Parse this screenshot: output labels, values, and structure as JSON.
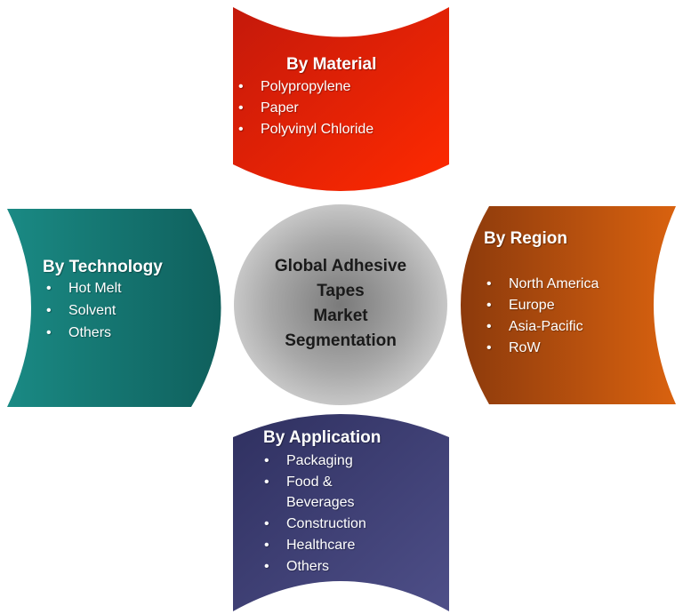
{
  "center": {
    "lines": [
      "Global Adhesive",
      "Tapes",
      "Market",
      "Segmentation"
    ]
  },
  "segments": {
    "material": {
      "title": "By Material",
      "items": [
        "Polypropylene",
        "Paper",
        "Polyvinyl Chloride"
      ],
      "color": "#e0200a"
    },
    "technology": {
      "title": "By Technology",
      "items": [
        "Hot Melt",
        "Solvent",
        "Others"
      ],
      "color": "#157a75"
    },
    "region": {
      "title": "By Region",
      "items": [
        "North America",
        "Europe",
        "Asia-Pacific",
        "RoW"
      ],
      "color": "#c2520f"
    },
    "application": {
      "title": "By Application",
      "items": [
        "Packaging",
        "Food &",
        "Beverages",
        "Construction",
        "Healthcare",
        "Others"
      ],
      "color": "#3c3d72"
    }
  },
  "bullet": "•"
}
